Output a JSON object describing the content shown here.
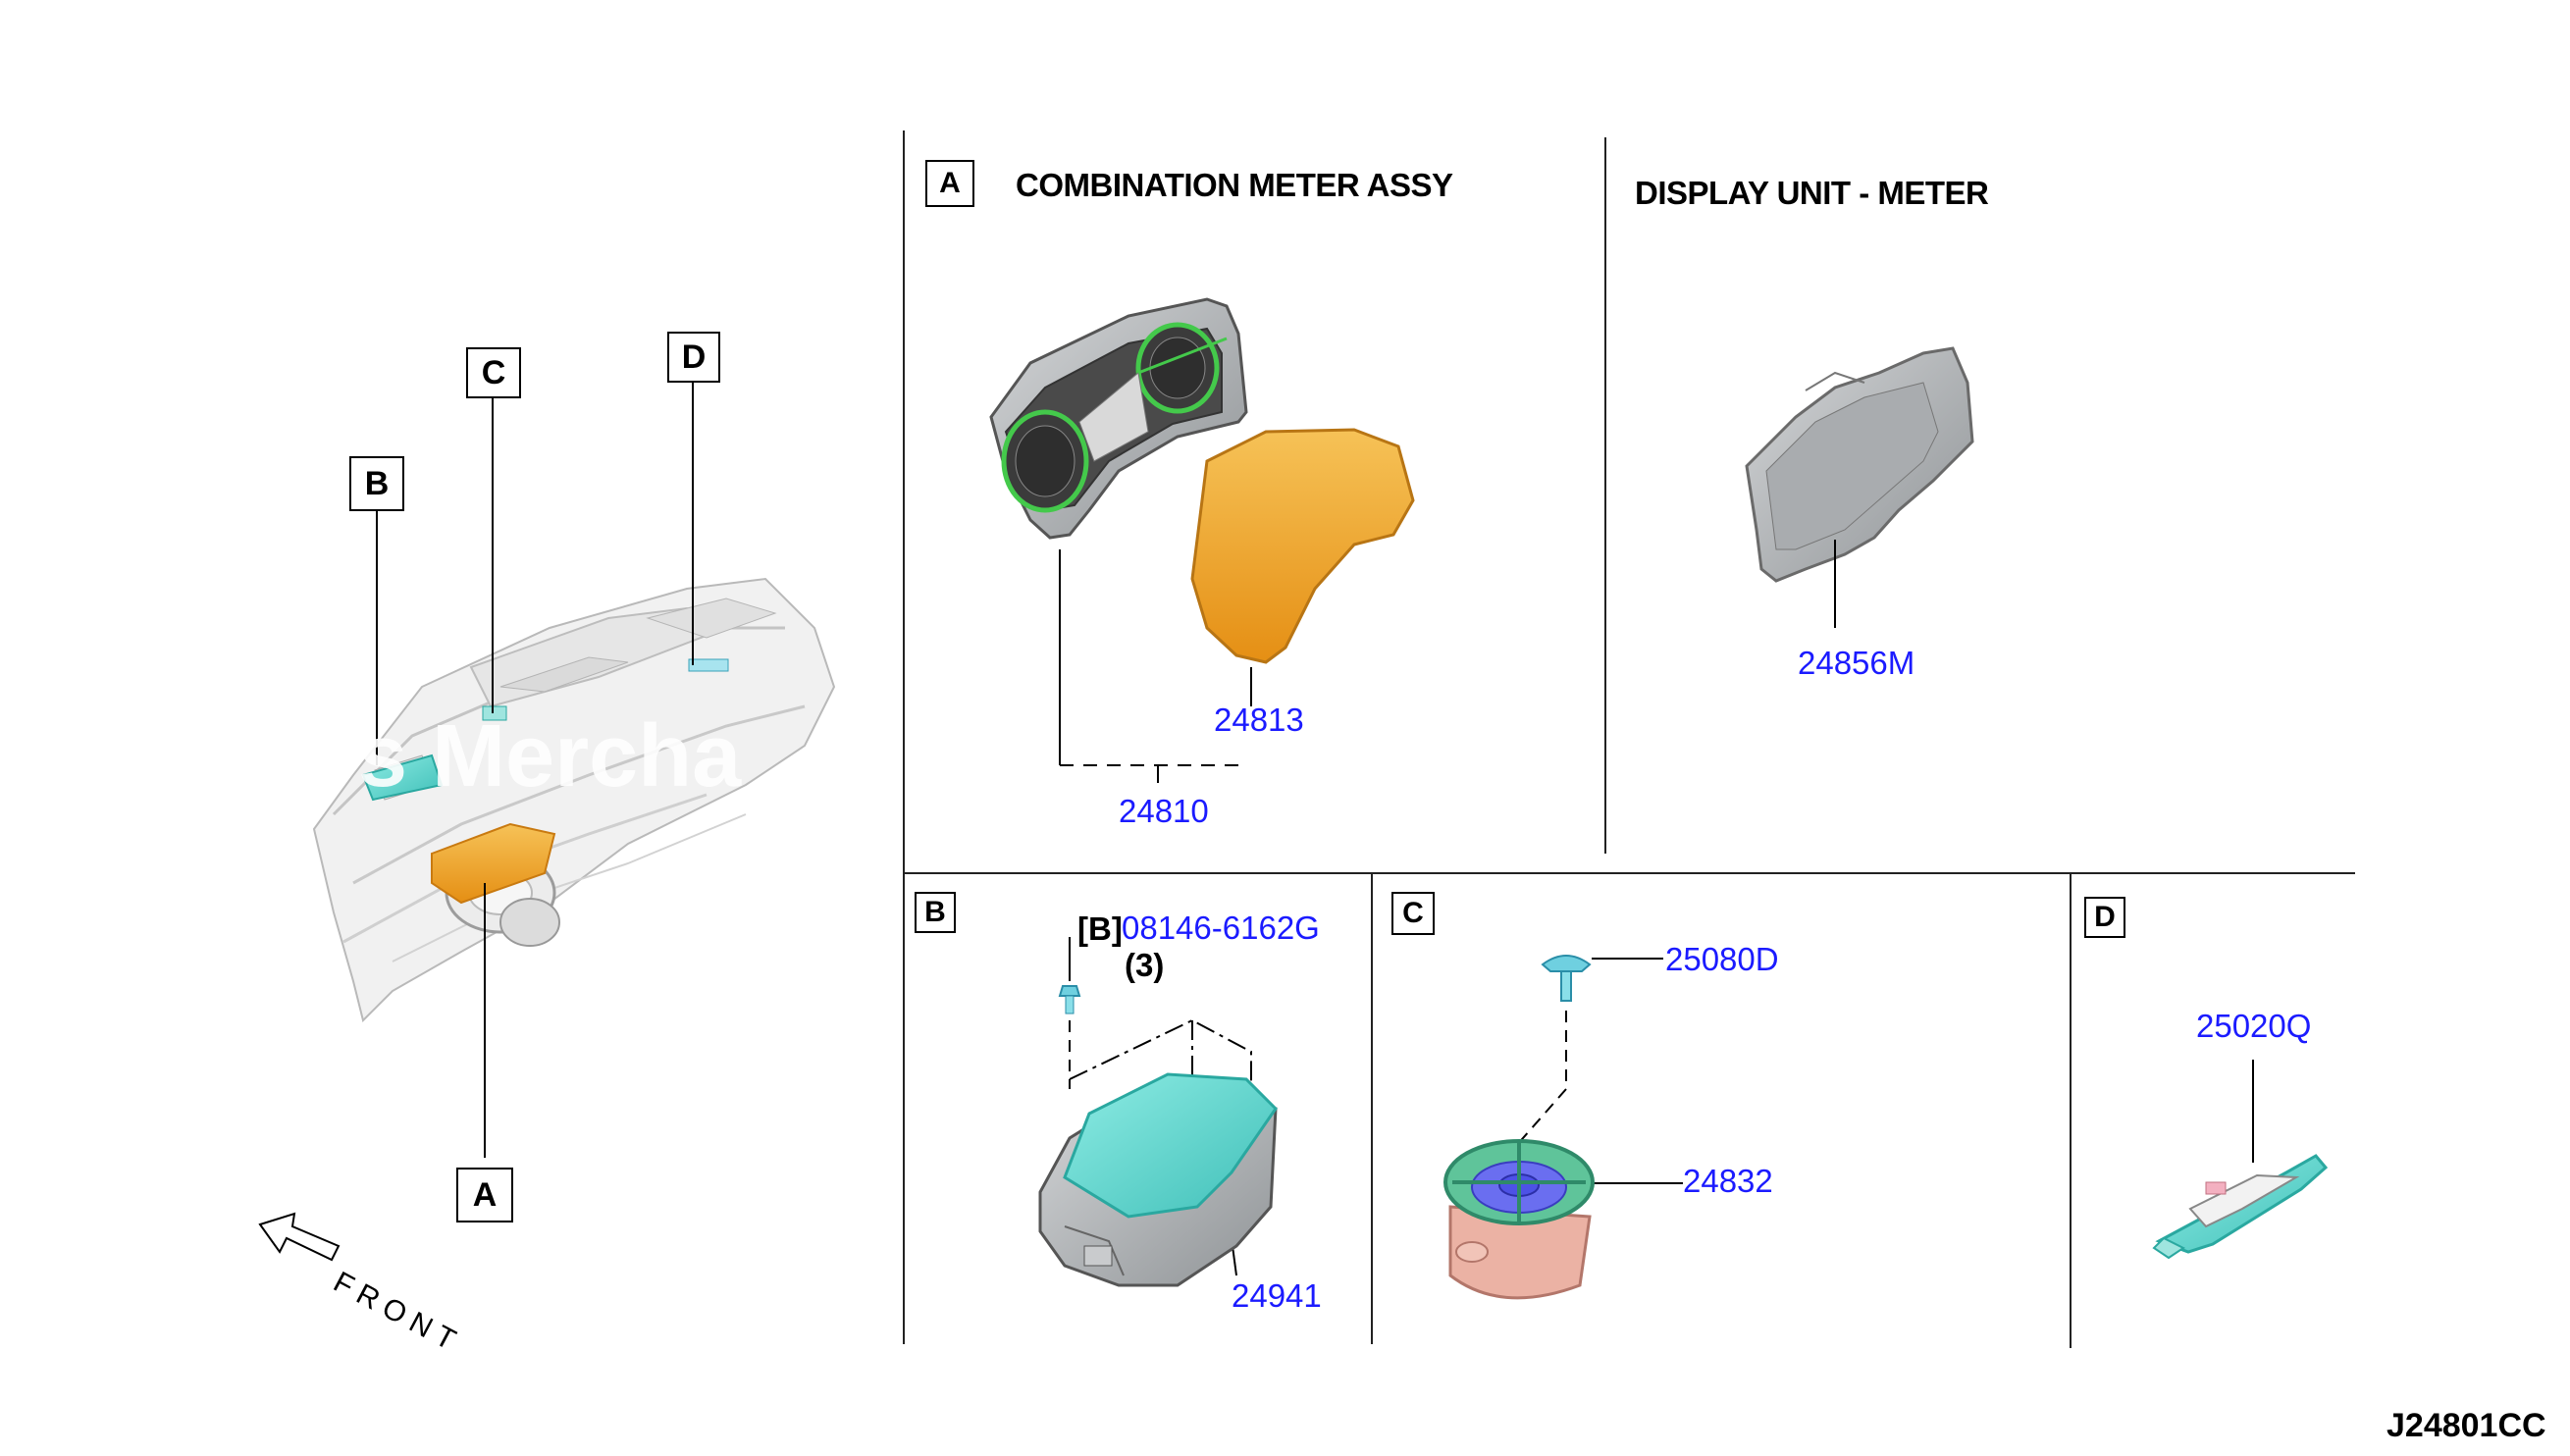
{
  "sections": {
    "A": {
      "callout": "A",
      "title": "COMBINATION METER ASSY",
      "parts": [
        "24810",
        "24813"
      ]
    },
    "display": {
      "title": "DISPLAY UNIT - METER",
      "parts": [
        "24856M"
      ]
    },
    "B": {
      "callout": "B",
      "parts": [
        "08146-6162G",
        "24941"
      ],
      "fastener_tag": "[B]",
      "quantity": "(3)"
    },
    "C": {
      "callout": "C",
      "parts": [
        "25080D",
        "24832"
      ]
    },
    "D": {
      "callout": "D",
      "parts": [
        "25020Q"
      ]
    }
  },
  "overview": {
    "callouts": [
      "A",
      "B",
      "C",
      "D"
    ],
    "front_label": "FRONT",
    "watermark": "rs Mercha"
  },
  "diagram_code": "J24801CC",
  "colors": {
    "part_number": "#1b1bff",
    "lens": "#f0a628",
    "teal": "#5fd6cf",
    "green_ring": "#3fc24a",
    "speaker_base": "#e7a79a"
  }
}
